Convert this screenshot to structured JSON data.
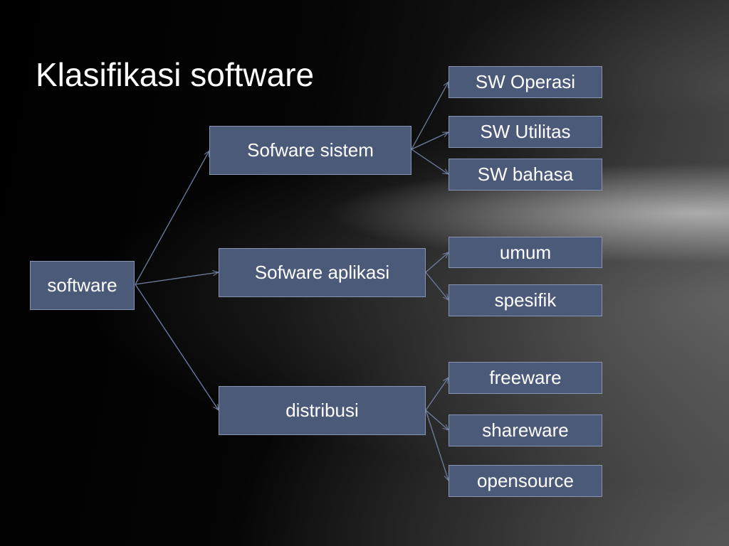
{
  "slide": {
    "title": "Klasifikasi software"
  },
  "diagram": {
    "root": "software",
    "branches": [
      {
        "label": "Sofware sistem",
        "children": [
          "SW Operasi",
          "SW Utilitas",
          "SW bahasa"
        ]
      },
      {
        "label": "Sofware aplikasi",
        "children": [
          "umum",
          "spesifik"
        ]
      },
      {
        "label": "distribusi",
        "children": [
          "freeware",
          "shareware",
          "opensource"
        ]
      }
    ],
    "colors": {
      "box_fill": "#4a5a78",
      "box_border": "#8795b0",
      "connector": "#6f7fa0",
      "text": "#ffffff"
    }
  }
}
